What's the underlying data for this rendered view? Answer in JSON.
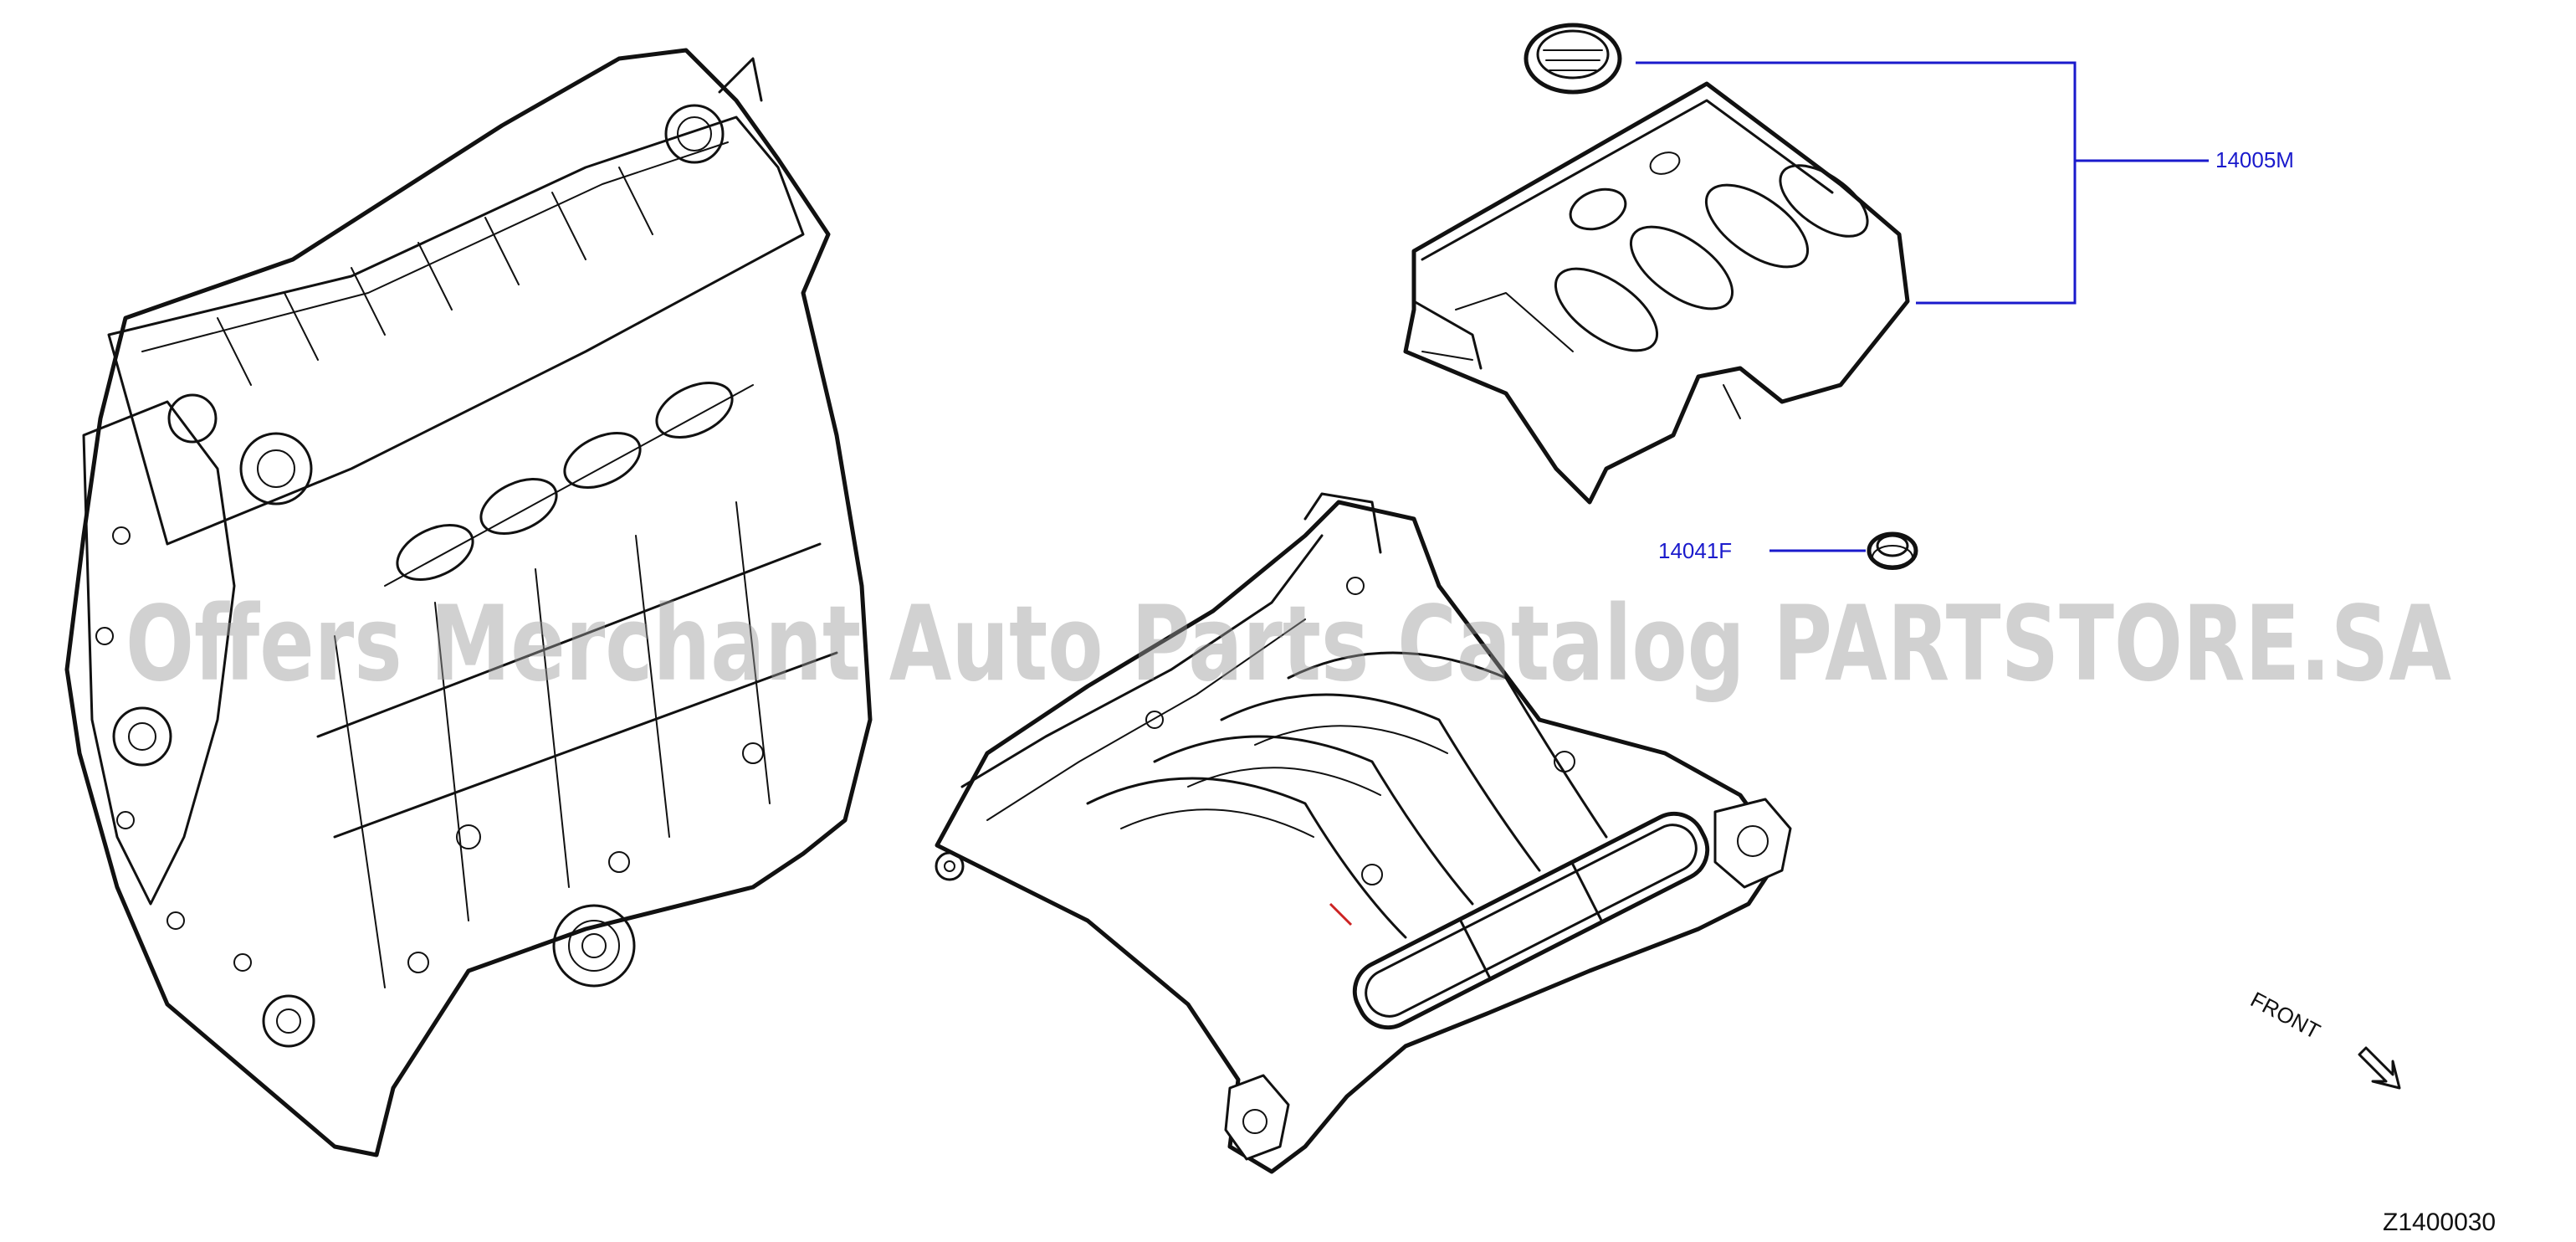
{
  "callouts": [
    {
      "part_number": "14005M",
      "part": "engine-cover"
    },
    {
      "part_number": "14041F",
      "part": "grommet"
    }
  ],
  "orientation_label": "FRONT",
  "diagram_code": "Z1400030",
  "watermark": "Offers Merchant Auto Parts Catalog PARTSTORE.SA",
  "colors": {
    "callout": "#1a1acc",
    "linework": "#111111",
    "watermark": "#9a9a9a",
    "accent_red": "#cc2222"
  }
}
